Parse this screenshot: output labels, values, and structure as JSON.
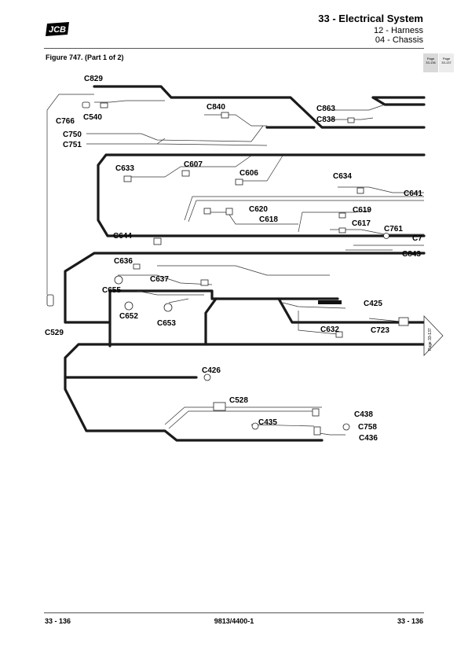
{
  "header": {
    "brand": "JCB",
    "title": "33 - Electrical System",
    "subtitle1": "12 - Harness",
    "subtitle2": "04 - Chassis"
  },
  "figure": {
    "title": "Figure 747. (Part 1 of 2)"
  },
  "page_tabs": [
    {
      "label": "Page",
      "value": "33-136"
    },
    {
      "label": "Page",
      "value": "33-137"
    }
  ],
  "next_page_ref": "Page 33-137",
  "connectors": [
    "C829",
    "C540",
    "C766",
    "C750",
    "C751",
    "C840",
    "C863",
    "C838",
    "C633",
    "C607",
    "C606",
    "C634",
    "C641",
    "C620",
    "C618",
    "C619",
    "C617",
    "C761",
    "C7",
    "C843",
    "C644",
    "C636",
    "C637",
    "C655",
    "C652",
    "C653",
    "C425",
    "C632",
    "C723",
    "C529",
    "C426",
    "C528",
    "C438",
    "C435",
    "C758",
    "C436"
  ],
  "footer": {
    "left": "33 - 136",
    "center": "9813/4400-1",
    "right": "33 - 136"
  }
}
